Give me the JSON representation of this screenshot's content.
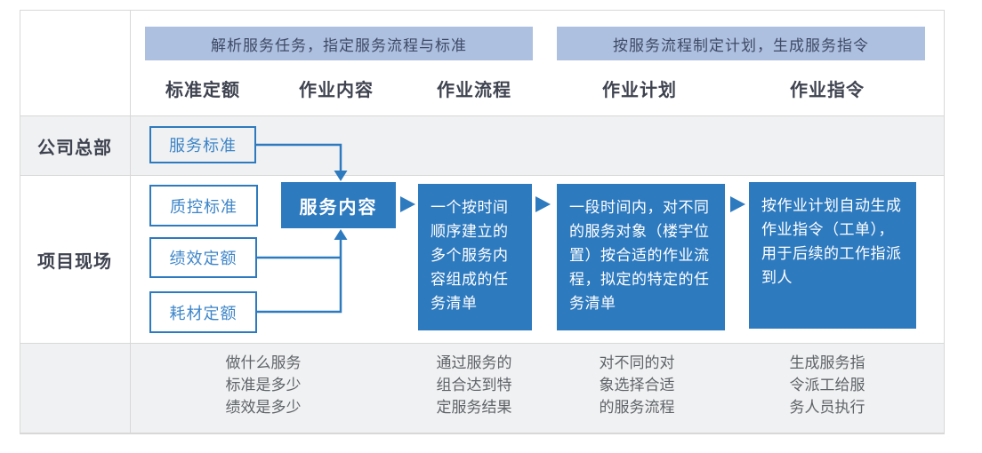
{
  "colors": {
    "accent_blue": "#2e7abf",
    "header_bar_bg": "#aec0e0",
    "header_bar_text": "#3e4a66",
    "outlined_box_text": "#3d85c8",
    "row_stripe_bg": "#f0f1f2",
    "table_border": "#d8d8d8",
    "label_text": "#3f4350",
    "footnote_text": "#5f6368"
  },
  "header_bars": [
    {
      "label": "解析服务任务，指定服务流程与标准"
    },
    {
      "label": "按服务流程制定计划，生成服务指令"
    }
  ],
  "columns": [
    {
      "label": "标准定额"
    },
    {
      "label": "作业内容"
    },
    {
      "label": "作业流程"
    },
    {
      "label": "作业计划"
    },
    {
      "label": "作业指令"
    }
  ],
  "row_labels": [
    {
      "label": "公司总部"
    },
    {
      "label": "项目现场"
    }
  ],
  "boxes": {
    "service_standard": {
      "label": "服务标准"
    },
    "qc_standard": {
      "label": "质控标准"
    },
    "performance_quota": {
      "label": "绩效定额"
    },
    "consumable_quota": {
      "label": "耗材定额"
    },
    "service_content": {
      "label": "服务内容"
    },
    "work_process": {
      "text": "一个按时间\n顺序建立的\n多个服务内\n容组成的任\n务清单"
    },
    "work_plan": {
      "text": "一段时间内，对不同\n的服务对象（楼宇位\n置）按合适的作业流\n程，拟定的特定的任\n务清单"
    },
    "work_instruction": {
      "text": "按作业计划自动生成\n作业指令（工单），\n用于后续的工作指派\n到人"
    }
  },
  "footnotes": [
    {
      "text": "做什么服务\n标准是多少\n绩效是多少"
    },
    {
      "text": "通过服务的\n组合达到特\n定服务结果"
    },
    {
      "text": "对不同的对\n象选择合适\n的服务流程"
    },
    {
      "text": "生成服务指\n令派工给服\n务人员执行"
    }
  ]
}
